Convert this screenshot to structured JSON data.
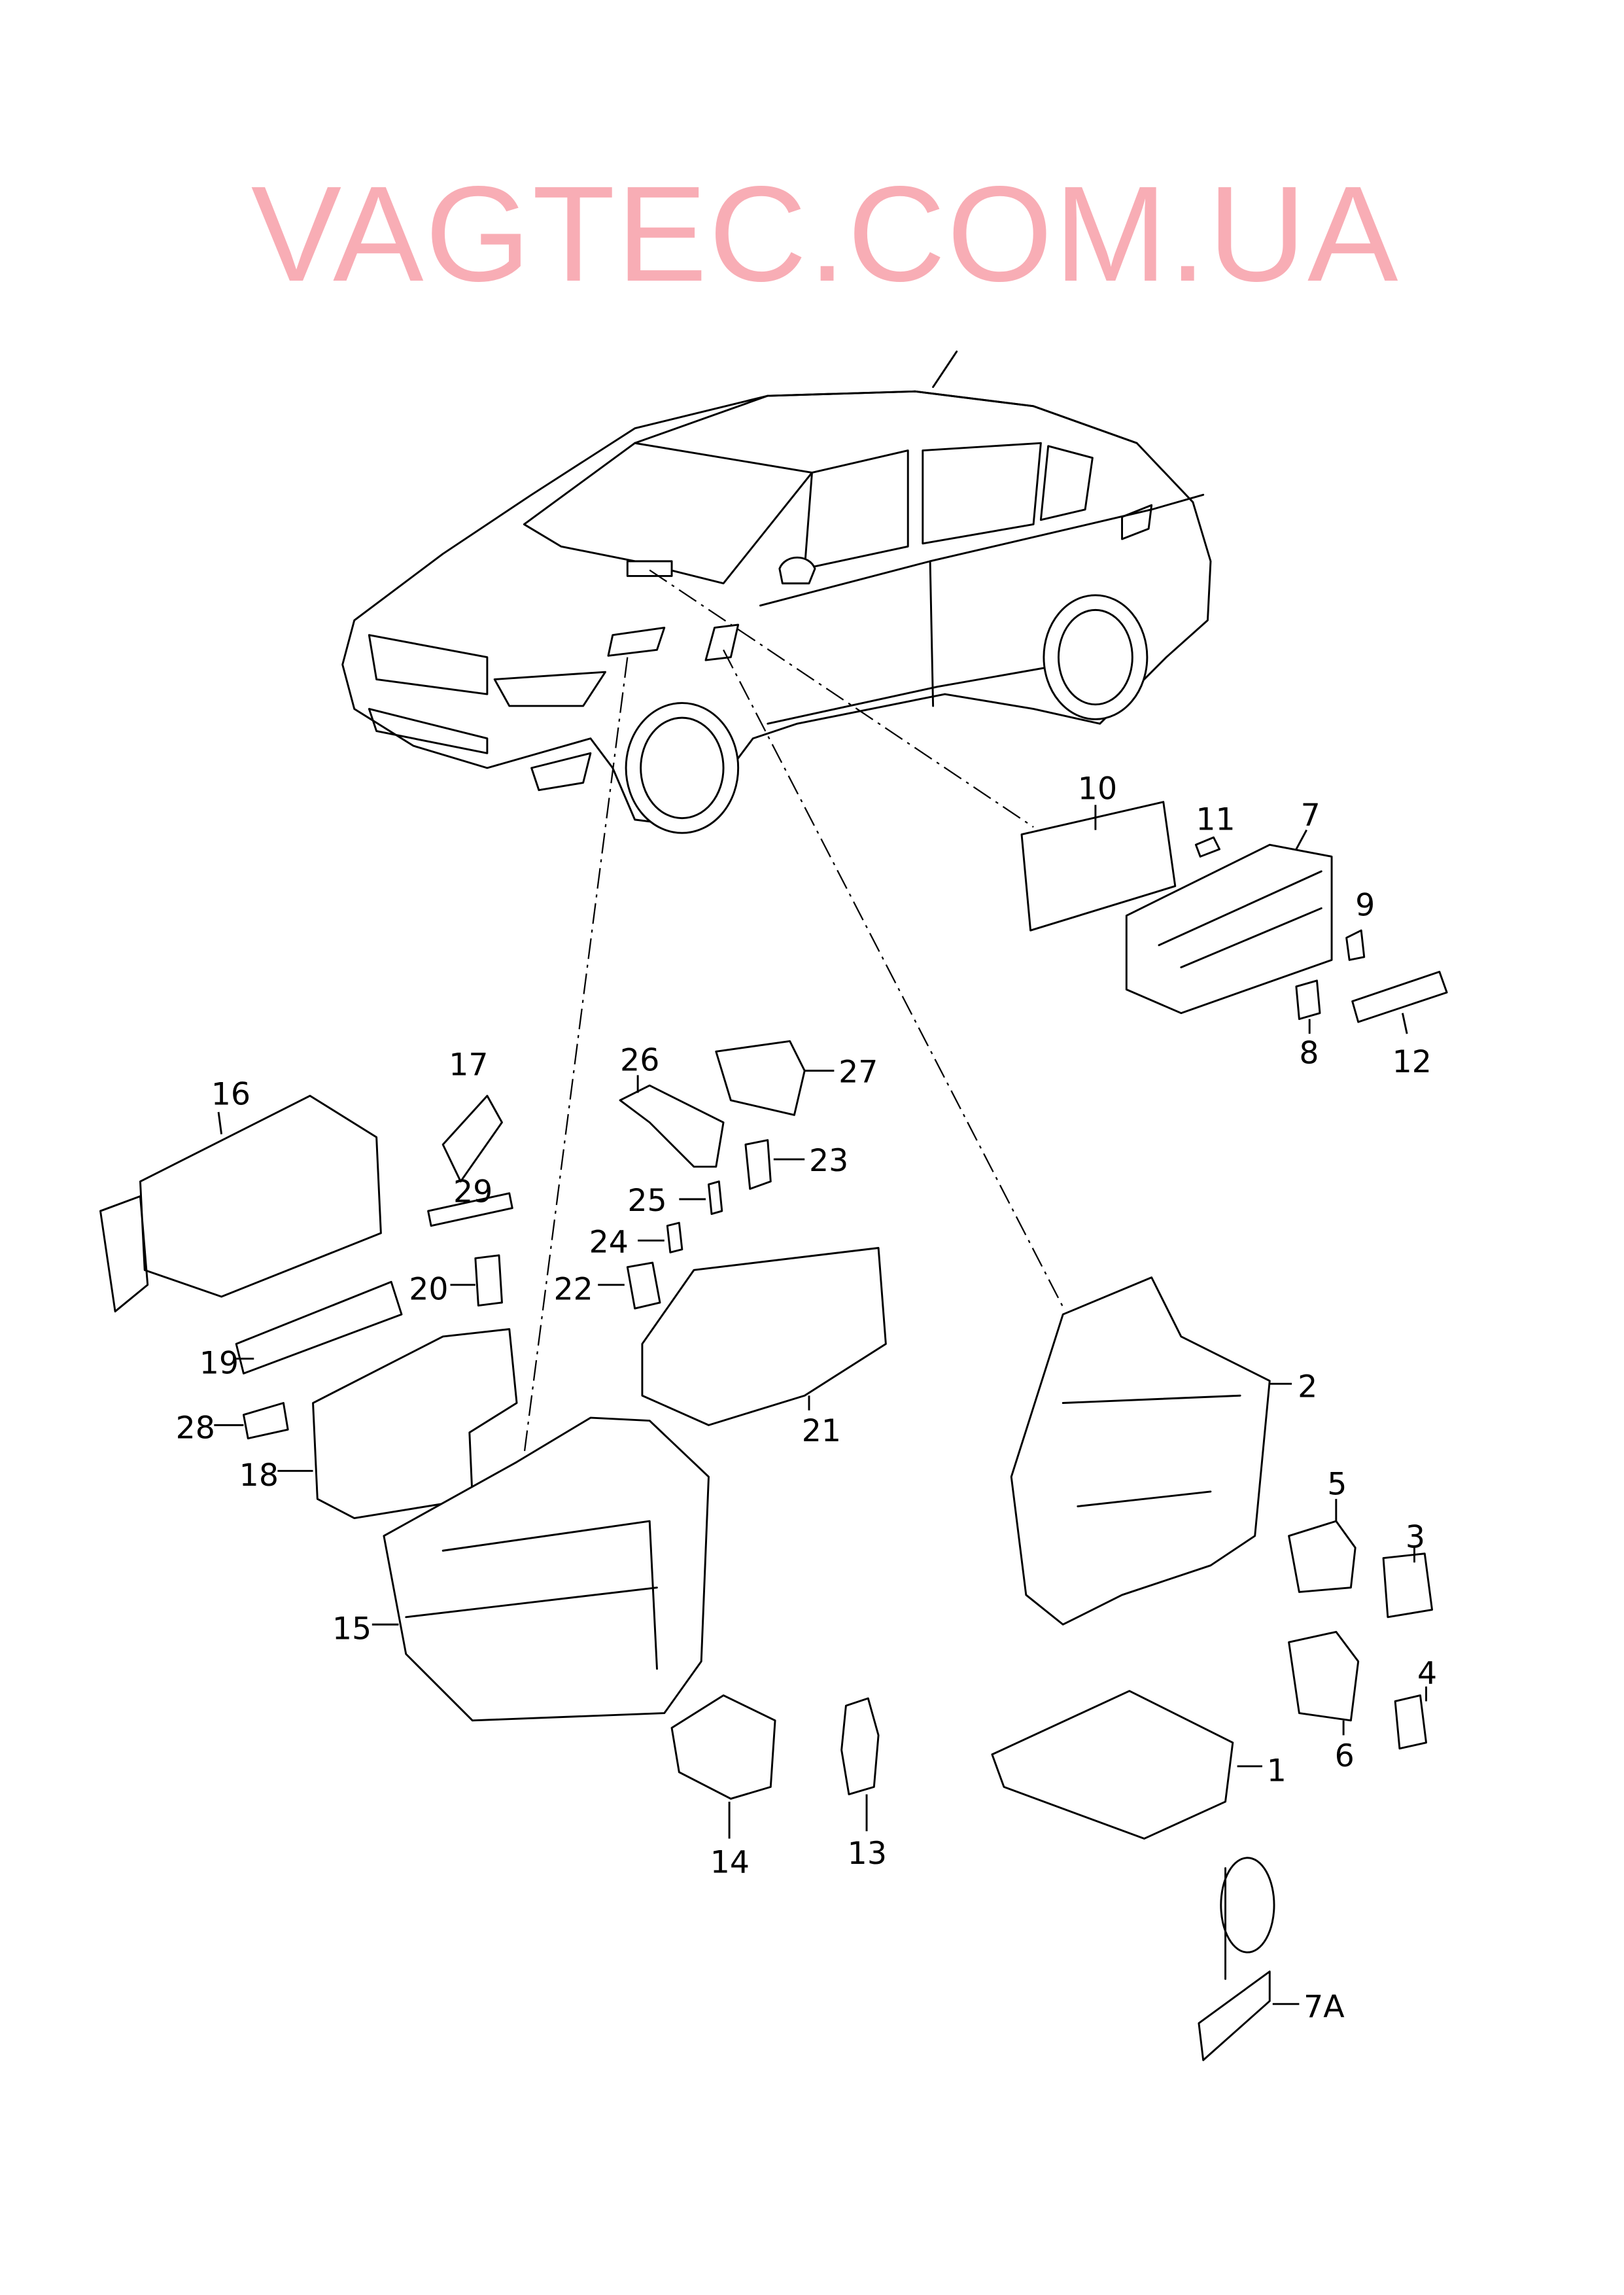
{
  "watermark": "VAGTEC.COM.UA",
  "labels": {
    "p1": "1",
    "p2": "2",
    "p3": "3",
    "p4": "4",
    "p5": "5",
    "p6": "6",
    "p7": "7",
    "p7A": "7A",
    "p8": "8",
    "p9": "9",
    "p10": "10",
    "p11": "11",
    "p12": "12",
    "p13": "13",
    "p14": "14",
    "p15": "15",
    "p16": "16",
    "p17": "17",
    "p18": "18",
    "p19": "19",
    "p20": "20",
    "p21": "21",
    "p22": "22",
    "p23": "23",
    "p24": "24",
    "p25": "25",
    "p26": "26",
    "p27": "27",
    "p28": "28",
    "p29": "29"
  },
  "colors": {
    "watermark": "#f47c88",
    "line": "#000000"
  }
}
